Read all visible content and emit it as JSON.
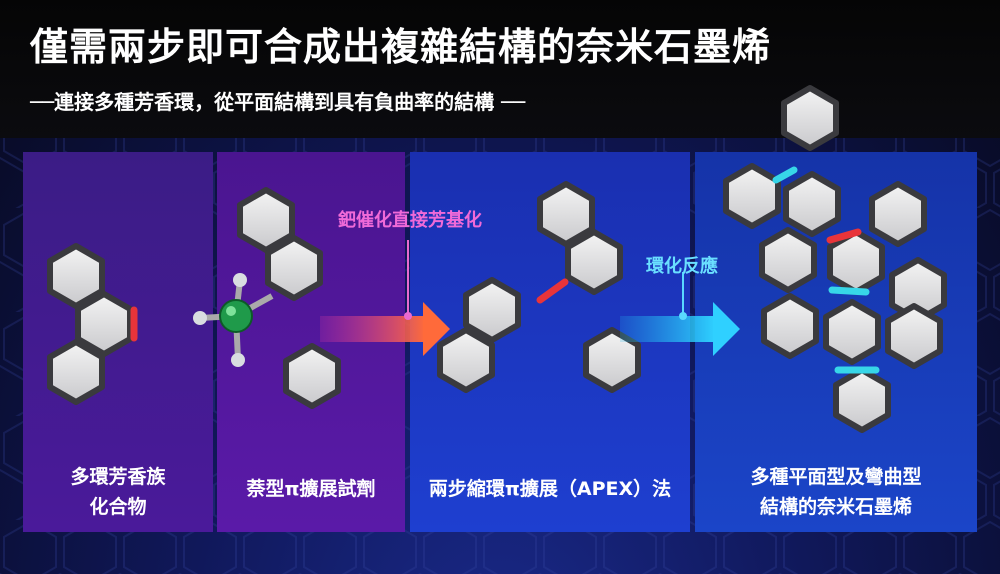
{
  "header": {
    "title": "僅需兩步即可合成出複雜結構的奈米石墨烯",
    "subtitle": "──連接多種芳香環，從平面結構到具有負曲率的結構 ──"
  },
  "steps": {
    "catalysis_label": "鈀催化直接芳基化",
    "cyclization_label": "環化反應"
  },
  "panels": [
    {
      "caption_line1": "多環芳香族",
      "caption_line2": "化合物"
    },
    {
      "caption_line1": "萘型π擴展試劑",
      "caption_line2": ""
    },
    {
      "caption_line1": "兩步縮環π擴展（APEX）法",
      "caption_line2": ""
    },
    {
      "caption_line1": "多種平面型及彎曲型",
      "caption_line2": "結構的奈米石墨烯"
    }
  ],
  "colors": {
    "new_bond_red": "#e8343a",
    "new_bond_cyan": "#37d6e8",
    "arrow_pink": "#e83aa8",
    "arrow_cyan": "#1fb8f0"
  }
}
